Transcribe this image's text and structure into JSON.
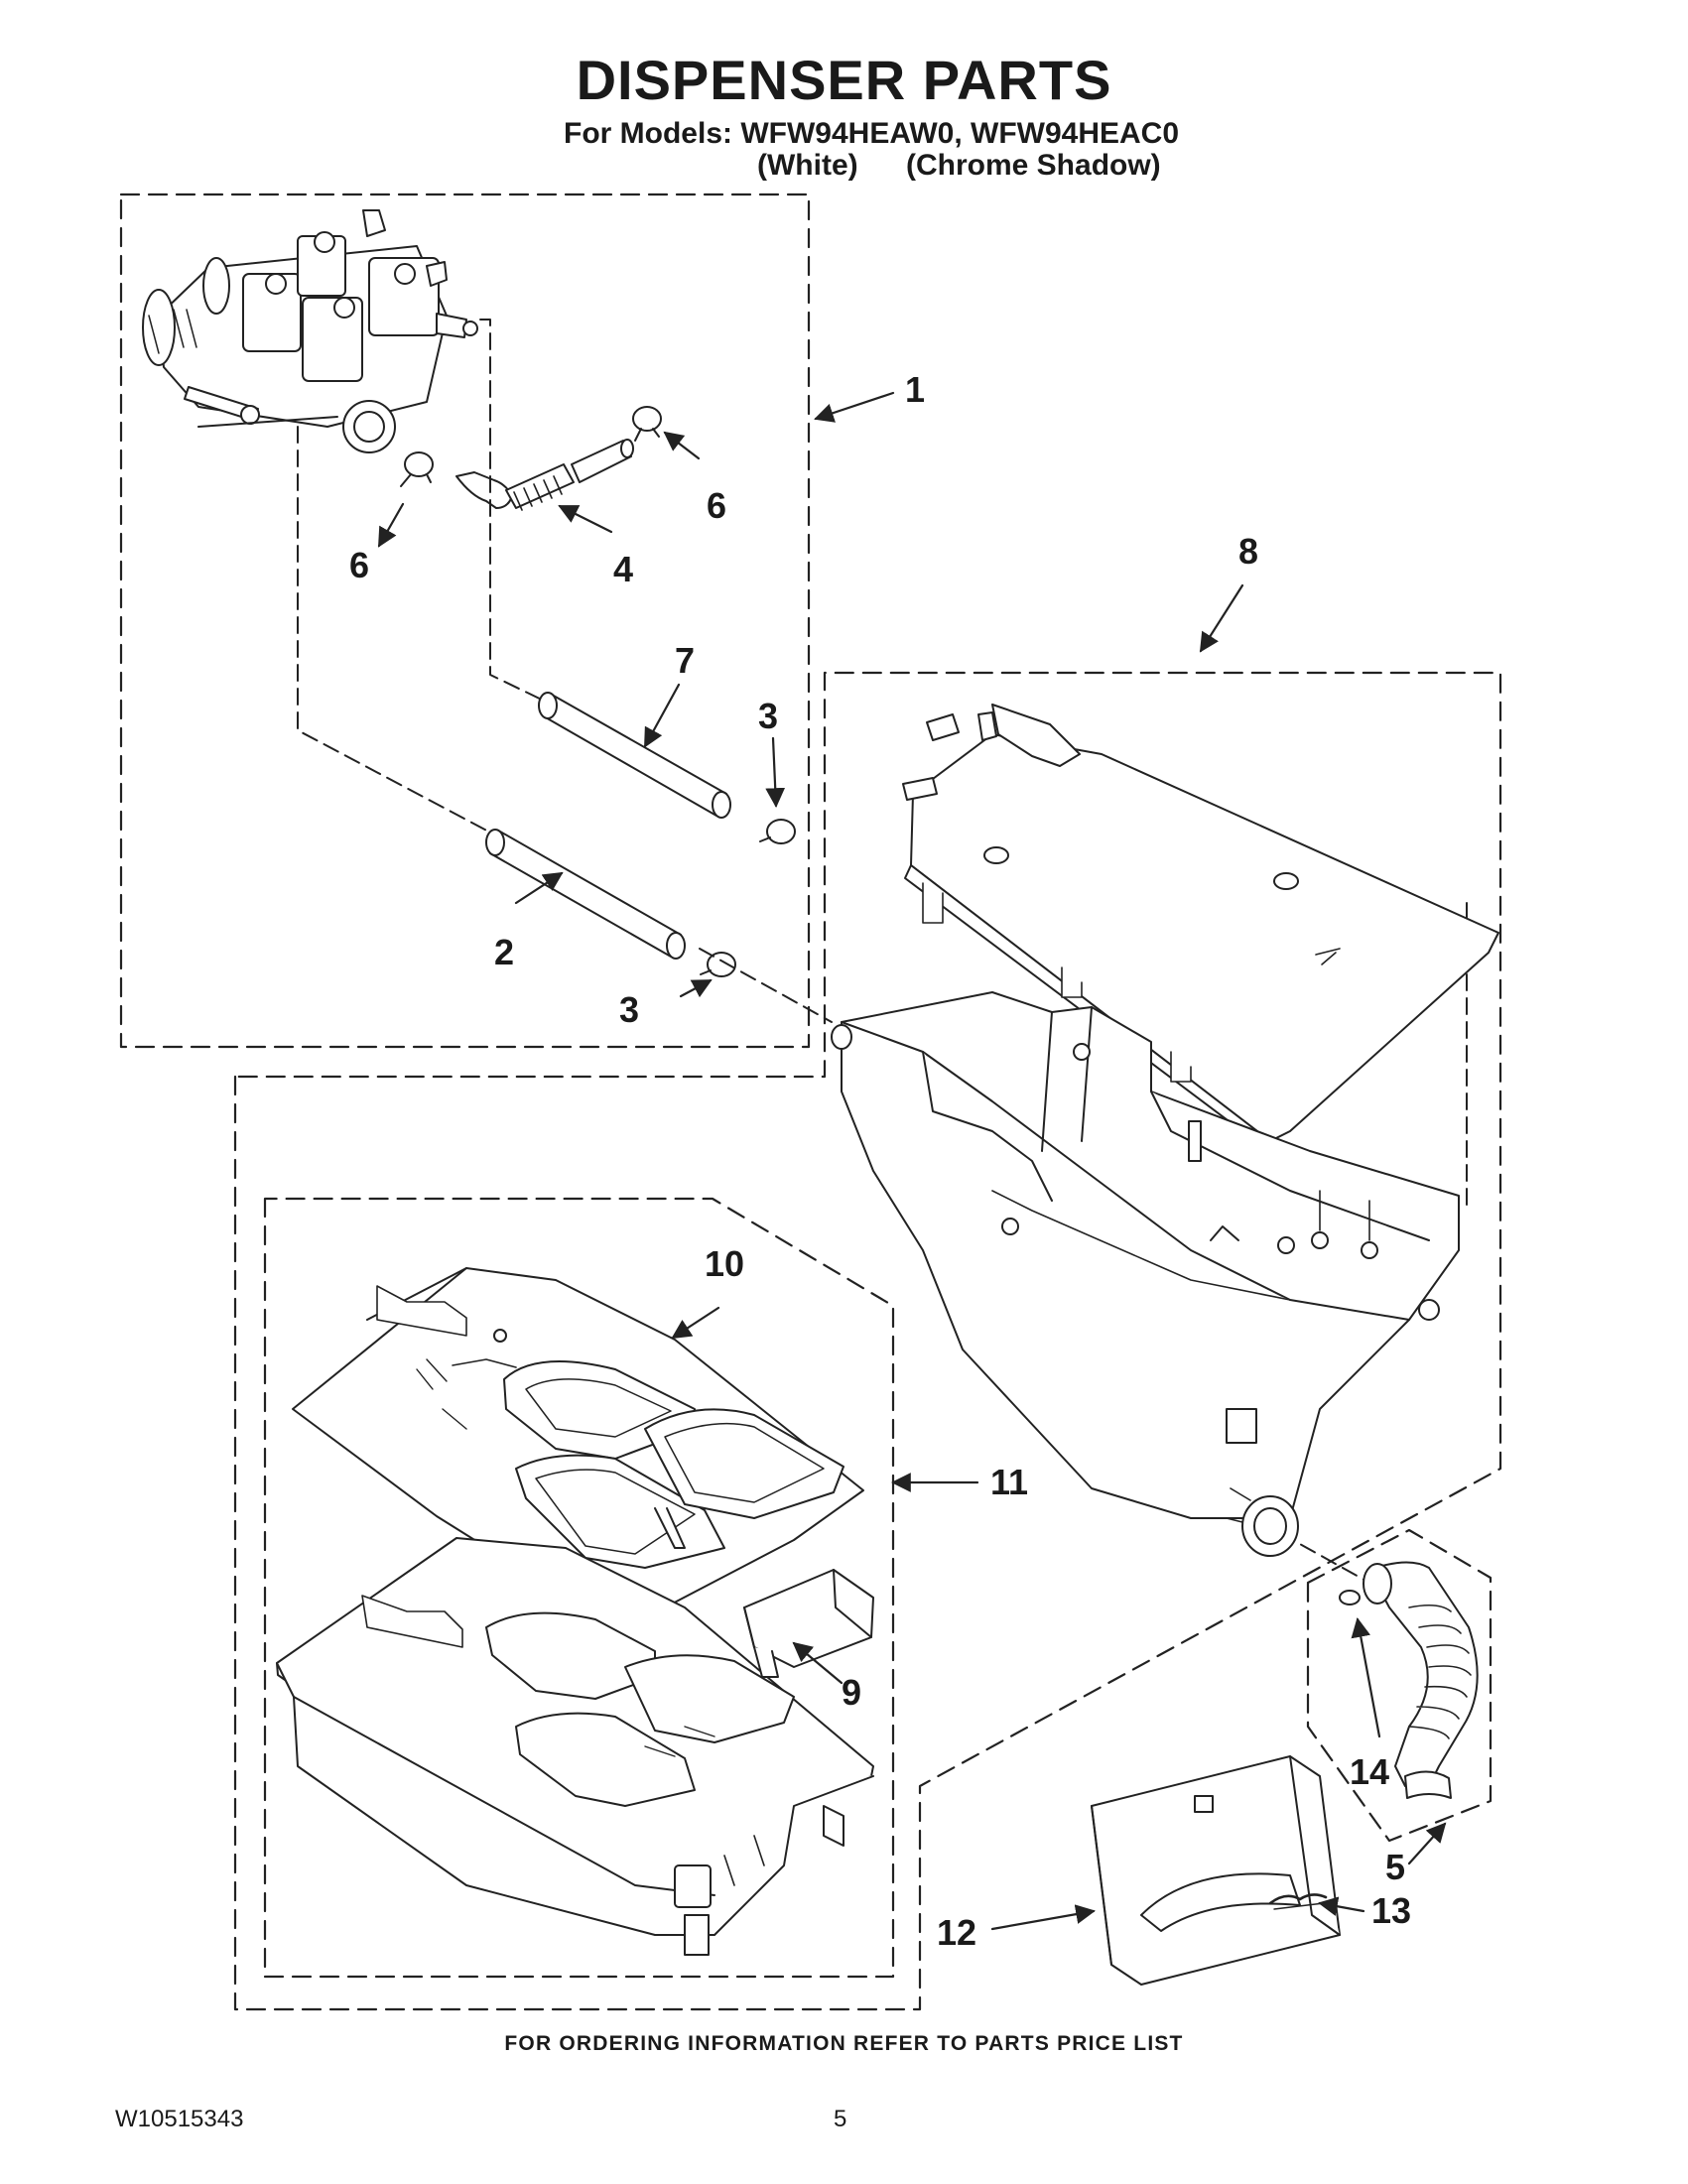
{
  "header": {
    "title": "DISPENSER PARTS",
    "models_line": "For Models: WFW94HEAW0, WFW94HEAC0",
    "variant_white": "(White)",
    "variant_chrome": "(Chrome Shadow)"
  },
  "callouts": [
    "1",
    "6",
    "6",
    "4",
    "7",
    "3",
    "3",
    "2",
    "8",
    "10",
    "11",
    "9",
    "14",
    "5",
    "12",
    "13"
  ],
  "icons": {
    "valve": "water-valve-icon",
    "hose": "hose-icon",
    "clamp": "clamp-icon",
    "housing": "dispenser-housing-icon",
    "drawer": "dispenser-drawer-icon",
    "bellows": "bellows-hose-icon",
    "panel": "drawer-panel-icon",
    "badge": "logo-badge-icon"
  },
  "footer": {
    "ordering": "FOR ORDERING INFORMATION REFER TO PARTS PRICE LIST",
    "doc_number": "W10515343",
    "page": "5"
  }
}
